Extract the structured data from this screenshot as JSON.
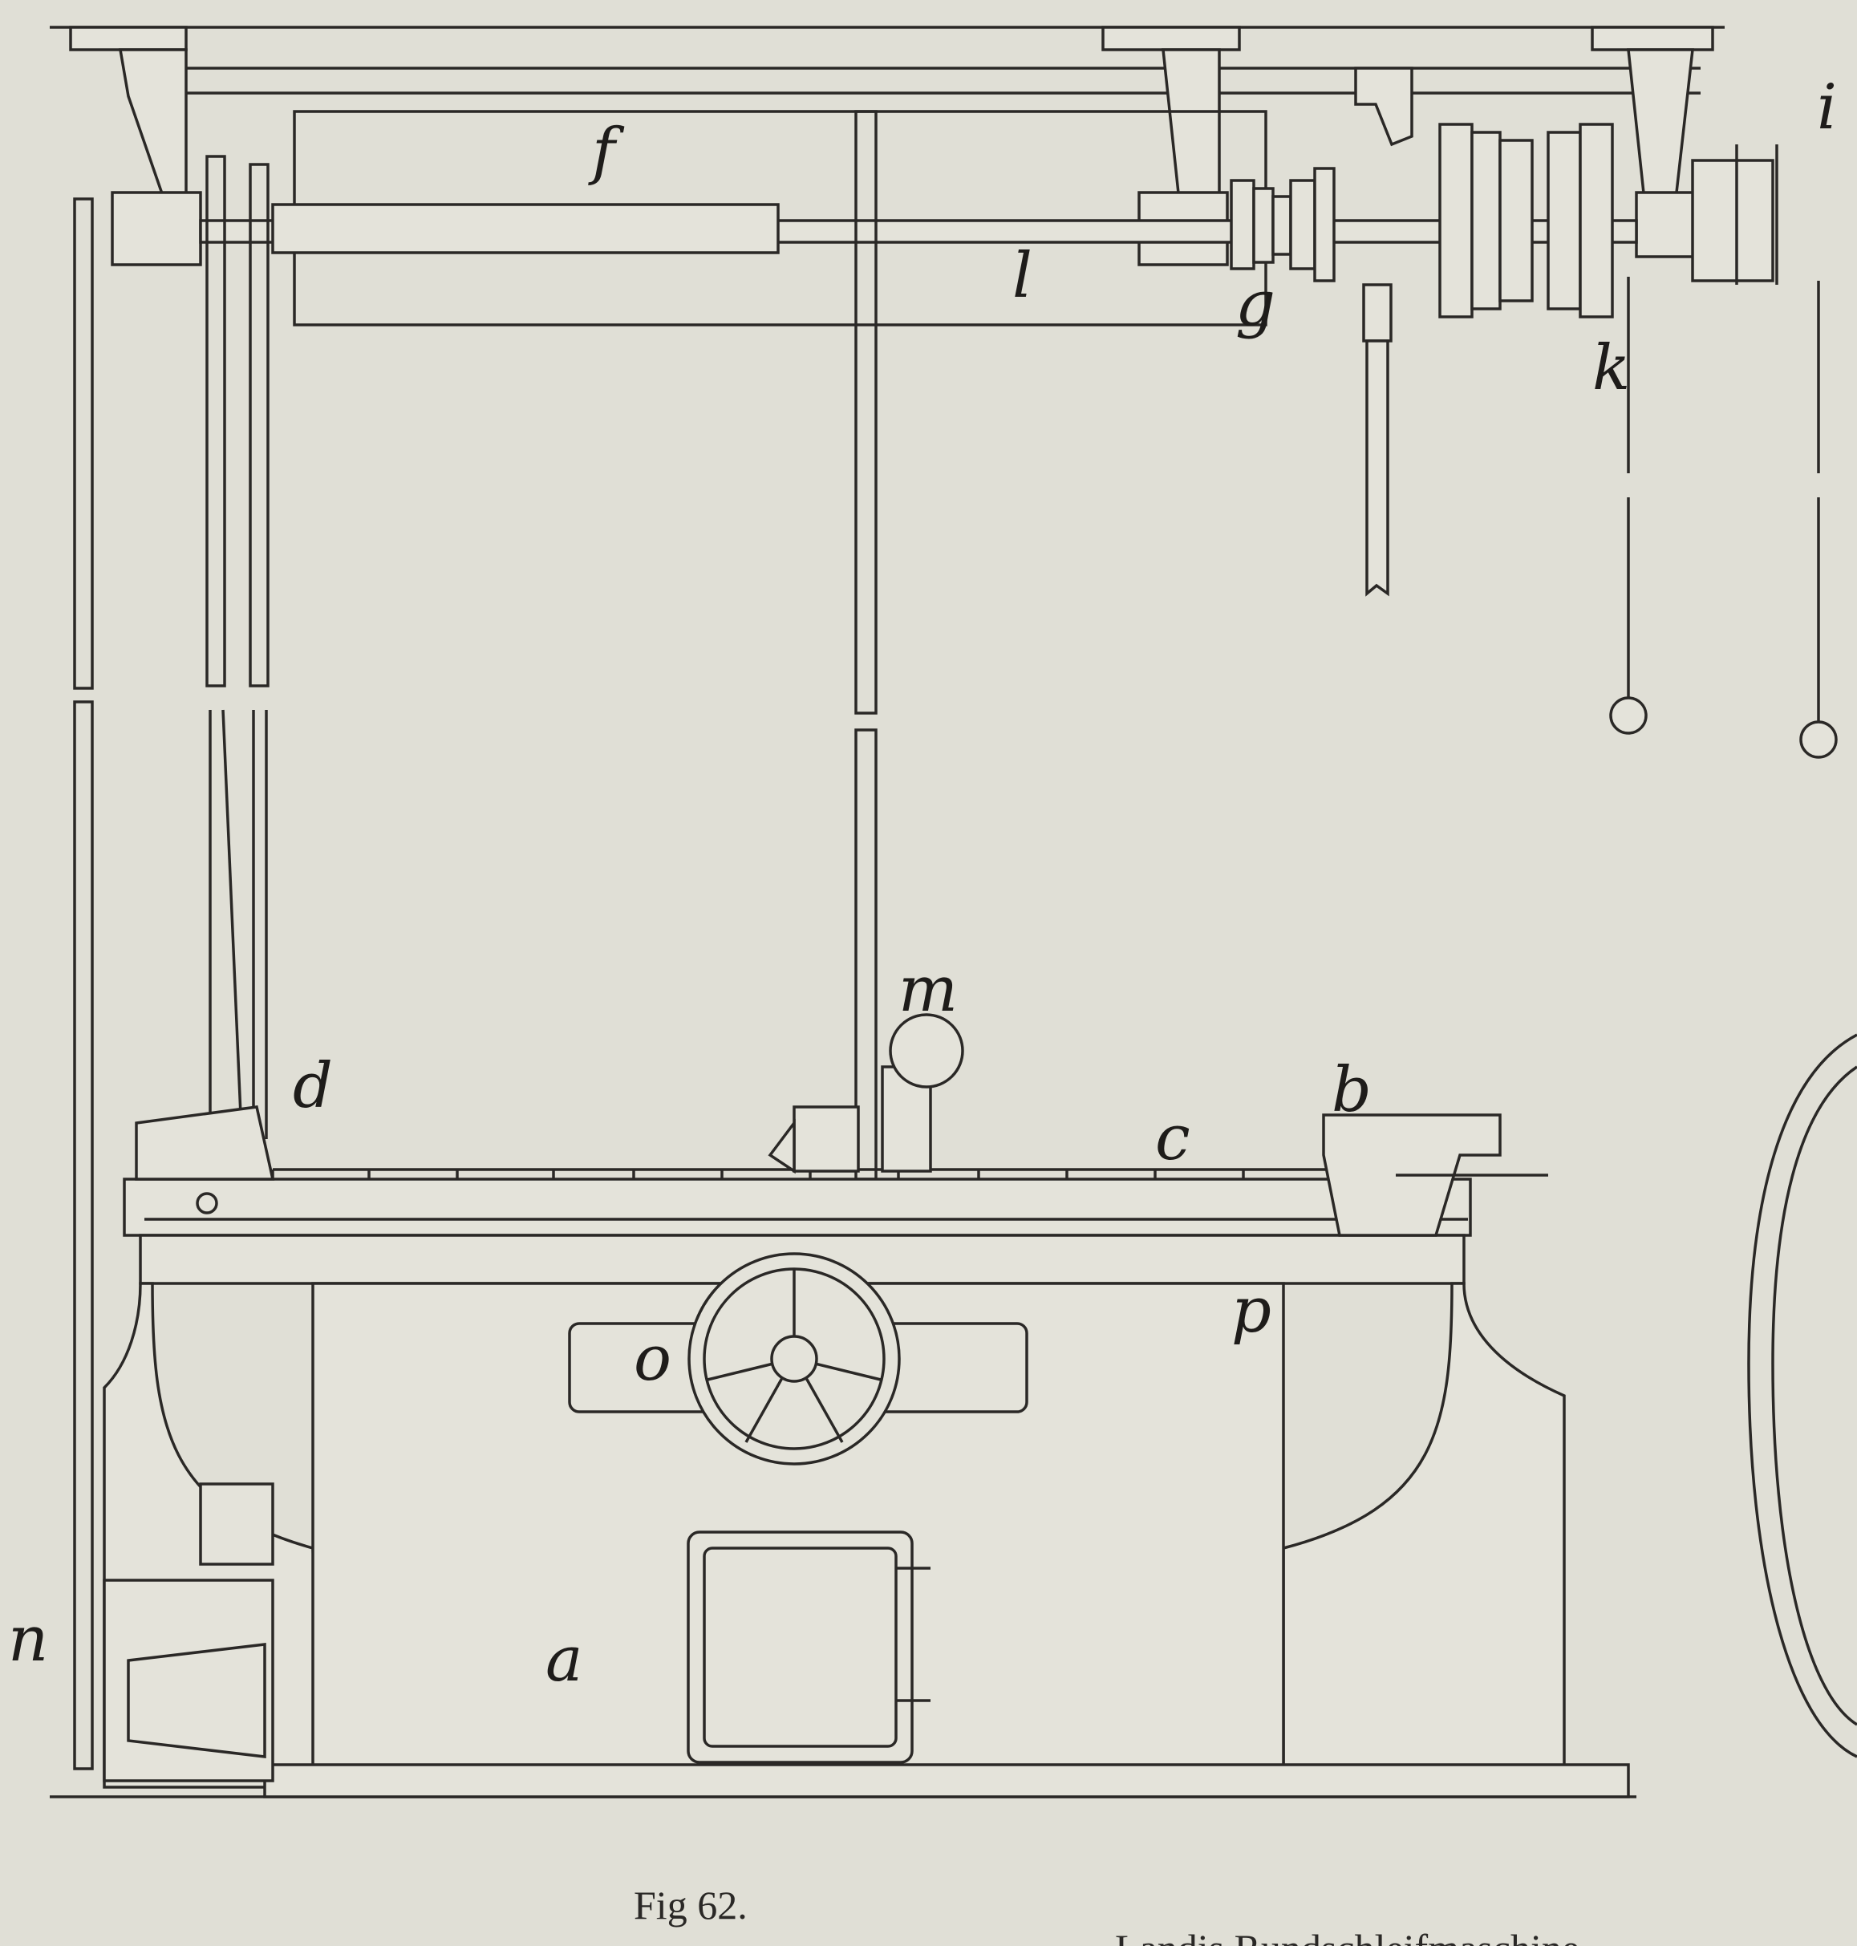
{
  "figure": {
    "caption": "Fig 62.",
    "subcaption": "Landis Rundschleifmaschine",
    "labels": {
      "a": "a",
      "b": "b",
      "c": "c",
      "d": "d",
      "f": "f",
      "g": "g",
      "i": "i",
      "k": "k",
      "l": "l",
      "m": "m",
      "n": "n",
      "o": "o",
      "p": "p"
    }
  },
  "colors": {
    "paper": "#e0dfd6",
    "ink": "#2a2826"
  }
}
